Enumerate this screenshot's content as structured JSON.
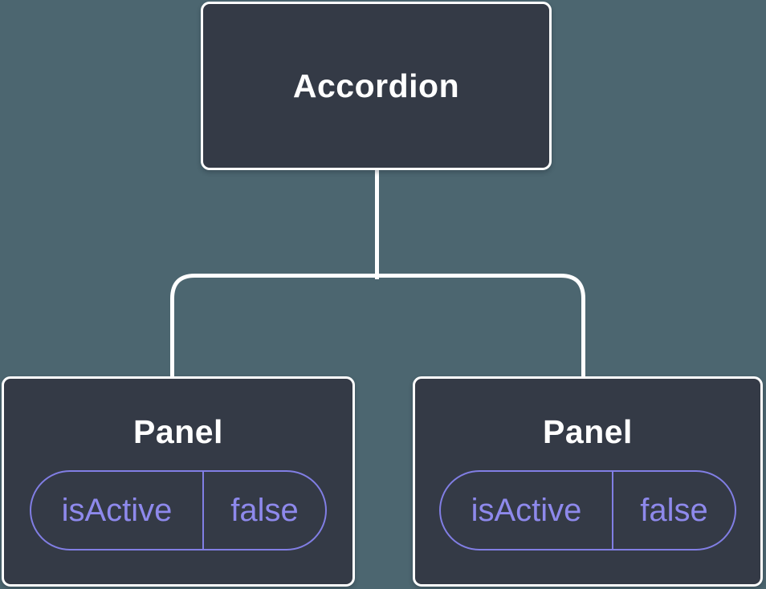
{
  "diagram": {
    "title": "component-state-tree",
    "colors": {
      "background": "#4c6670",
      "node_fill": "#343a46",
      "node_border": "#ffffff",
      "connector": "#ffffff",
      "accent": "#8e89ec",
      "pill_border": "#817ee4"
    },
    "root": {
      "label": "Accordion"
    },
    "children": [
      {
        "label": "Panel",
        "state": {
          "name": "isActive",
          "value": "false"
        }
      },
      {
        "label": "Panel",
        "state": {
          "name": "isActive",
          "value": "false"
        }
      }
    ]
  }
}
